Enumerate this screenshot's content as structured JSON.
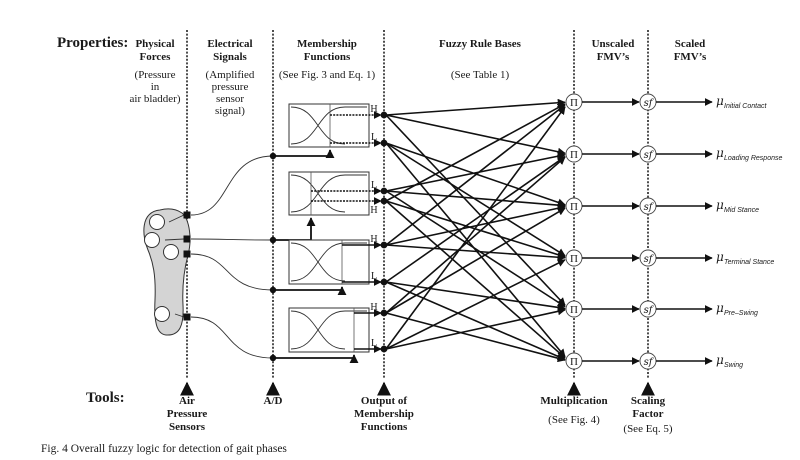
{
  "header": {
    "properties_label": "Properties:",
    "columns": [
      {
        "title": [
          "Physical",
          "Forces"
        ],
        "note": [
          "(Pressure",
          "in",
          "air bladder)"
        ]
      },
      {
        "title": [
          "Electrical",
          "Signals"
        ],
        "note": [
          "(Amplified",
          "pressure",
          "sensor",
          "signal)"
        ]
      },
      {
        "title": [
          "Membership",
          "Functions"
        ],
        "note": [
          "(See Fig. 3 and Eq. 1)"
        ]
      },
      {
        "title": [
          "Fuzzy Rule Bases"
        ],
        "note": [
          "(See Table 1)"
        ]
      },
      {
        "title": [
          "Unscaled",
          "FMV’s"
        ],
        "note": []
      },
      {
        "title": [
          "Scaled",
          "FMV’s"
        ],
        "note": []
      }
    ]
  },
  "tools": {
    "tools_label": "Tools:",
    "items": [
      {
        "title": [
          "Air",
          "Pressure",
          "Sensors"
        ],
        "note": []
      },
      {
        "title": [
          "A/D"
        ],
        "note": []
      },
      {
        "title": [
          "Output of",
          "Membership",
          "Functions"
        ],
        "note": []
      },
      {
        "title": [
          "Multiplication"
        ],
        "note": [
          "(See Fig. 4)"
        ]
      },
      {
        "title": [
          "Scaling",
          "Factor"
        ],
        "note": [
          "(See Eq. 5)"
        ]
      }
    ]
  },
  "membership_outputs": [
    [
      "H",
      "L"
    ],
    [
      "L",
      "H"
    ],
    [
      "H",
      "L"
    ],
    [
      "H",
      "L"
    ]
  ],
  "product_symbol": "Π",
  "scaling_symbol": "sf",
  "mu_symbol": "μ",
  "outputs": [
    "Initial Contact",
    "Loading Response",
    "Mid Stance",
    "Terminal Stance",
    "Pre–Swing",
    "Swing"
  ],
  "caption": "Fig. 4 Overall fuzzy logic for detection of gait phases"
}
